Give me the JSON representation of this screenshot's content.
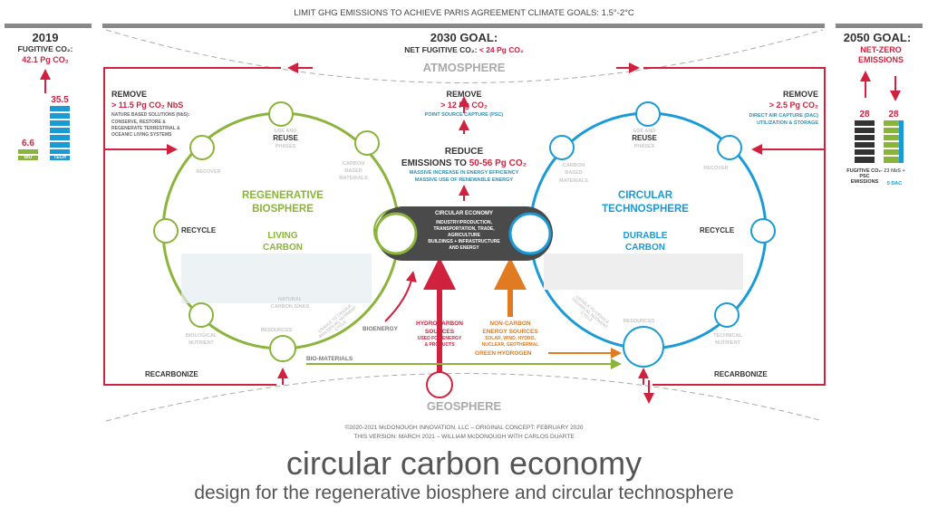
{
  "header": {
    "limit": "LIMIT GHG EMISSIONS TO ACHIEVE PARIS AGREEMENT CLIMATE GOALS: 1.5°-2°C"
  },
  "left_panel": {
    "year": "2019",
    "label": "FUGITIVE CO₂:",
    "value": "42.1 Pg CO₂",
    "bio_value": "6.6",
    "bio_label": "BIO",
    "tech_value": "35.5",
    "tech_label": "TECH"
  },
  "goal_2030": {
    "title": "2030 GOAL:",
    "subtitle_a": "NET FUGITIVE CO₂: ",
    "subtitle_b": "< 24 Pg CO₂"
  },
  "atmosphere": "ATMOSPHERE",
  "geosphere": "GEOSPHERE",
  "right_panel": {
    "title": "2050 GOAL:",
    "line1": "NET-ZERO",
    "line2": "EMISSIONS",
    "fug_value": "28",
    "fug_label": "FUGITIVE CO₂-PSC EMISSIONS",
    "nbs_value": "28",
    "nbs_label": "23 NbS +",
    "dac_label": "5 DAC"
  },
  "remove_nbs": {
    "title": "REMOVE",
    "value": "> 11.5 Pg CO₂ NbS",
    "desc1": "NATURE BASED SOLUTIONS (NbS):",
    "desc2": "CONSERVE, RESTORE &",
    "desc3": "REGENERATE TERRESTRIAL &",
    "desc4": "OCEANIC LIVING SYSTEMS"
  },
  "remove_psc": {
    "title": "REMOVE",
    "value": "> 12 Pg CO₂",
    "desc": "POINT SOURCE CAPTURE (PSC)"
  },
  "reduce": {
    "title": "REDUCE",
    "line_a": "EMISSIONS TO ",
    "line_b": "50-56 Pg CO₂",
    "desc1": "MASSIVE INCREASE IN ENERGY EFFICIENCY",
    "desc2": "MASSIVE USE OF RENEWABLE ENERGY"
  },
  "remove_dac": {
    "title": "REMOVE",
    "value": "> 2.5 Pg CO₂",
    "desc1": "DIRECT AIR CAPTURE (DAC)",
    "desc2": "UTILIZATION & STORAGE"
  },
  "circular_economy": {
    "title": "CIRCULAR ECONOMY",
    "l1": "INDUSTRY/PRODUCTION,",
    "l2": "TRANSPORTATION, TRADE,",
    "l3": "AGRICULTURE",
    "l4": "BUILDINGS + INFRASTRUCTURE",
    "l5": "AND ENERGY"
  },
  "bio_cycle": {
    "title1": "REGENERATIVE",
    "title2": "BIOSPHERE",
    "sub1": "LIVING",
    "sub2": "CARBON",
    "use1": "USE AND",
    "use2": "REUSE",
    "use3": "PHASES",
    "carbon1": "CARBON",
    "carbon2": "BASED",
    "carbon3": "MATERIALS",
    "recover": "RECOVER",
    "recycle": "RECYCLE",
    "sinks1": "NATURAL",
    "sinks2": "CARBON SINKS",
    "resources": "RESOURCES",
    "nutrient1": "BIOLOGICAL",
    "nutrient2": "NUTRIENT",
    "c2c": "CRADLE TO CRADLE BIOLOGICAL NUTRIENT CYCLE"
  },
  "tech_cycle": {
    "title1": "CIRCULAR",
    "title2": "TECHNOSPHERE",
    "sub1": "DURABLE",
    "sub2": "CARBON",
    "use1": "USE AND",
    "use2": "REUSE",
    "use3": "PHASES",
    "carbon1": "CARBON",
    "carbon2": "BASED",
    "carbon3": "MATERIALS",
    "recover": "RECOVER",
    "recycle": "RECYCLE",
    "resources": "RESOURCES",
    "nutrient1": "TECHNICAL",
    "nutrient2": "NUTRIENT",
    "c2c": "CRADLE TO CRADLE TECHNICAL NUTRIENT CYCLE"
  },
  "flows": {
    "bioenergy": "BIOENERGY",
    "hydro1": "HYDROCARBON",
    "hydro2": "SOURCES",
    "hydro3": "USED FOR ENERGY",
    "hydro4": "& PRODUCTS",
    "non1": "NON-CARBON",
    "non2": "ENERGY SOURCES",
    "non3": "SOLAR, WIND, HYDRO,",
    "non4": "NUCLEAR, GEOTHERMAL",
    "green_h2": "GREEN HYDROGEN",
    "biomaterials": "BIO-MATERIALS",
    "recarb_left": "RECARBONIZE",
    "recarb_right": "RECARBONIZE"
  },
  "footer": {
    "copy1": "©2020-2021 McDONOUGH INNOVATION, LLC – ORIGINAL CONCEPT: FEBRUARY 2020",
    "copy2": "THIS VERSION: MARCH 2021 – WILLIAM McDONOUGH WITH CARLOS DUARTE",
    "title": "circular carbon economy",
    "subtitle": "design for the regenerative biosphere and circular technosphere"
  },
  "colors": {
    "red": "#d0223f",
    "green": "#8ab43a",
    "blue": "#1a9ad6",
    "orange": "#e07b22",
    "dark": "#4a4a4a"
  }
}
